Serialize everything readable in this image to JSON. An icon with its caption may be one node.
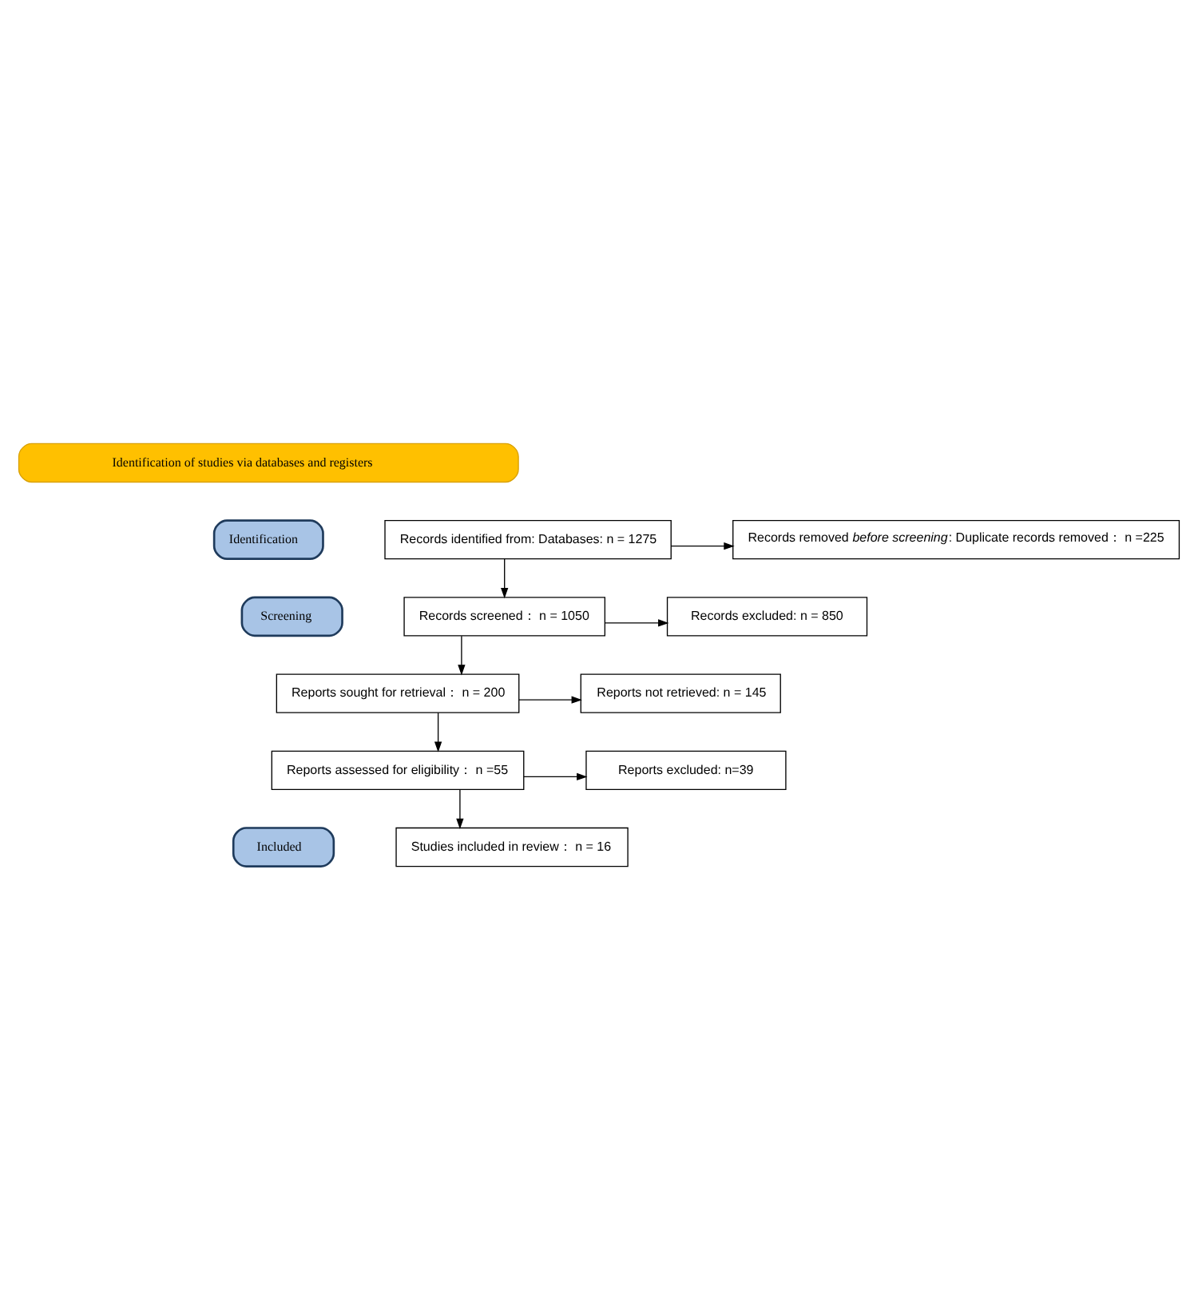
{
  "diagram": {
    "nodes": [
      {
        "text": [
          "Identification of studies via databases and registers"
        ]
      },
      {
        "text": [
          "Identification"
        ]
      },
      {
        "text": [
          "Records identified from: Databases: n = 1275"
        ]
      },
      {
        "text": [
          "Records removed *before screening*: Duplicate records removed： n =225"
        ]
      },
      {
        "text": [
          "Screening"
        ]
      },
      {
        "text": [
          "Records screened： n = 1050"
        ]
      },
      {
        "text": [
          "Records excluded: n = 850"
        ]
      },
      {
        "text": [
          "Reports sought for retrieval： n = 200"
        ]
      },
      {
        "text": [
          "Reports not retrieved: n = 145"
        ]
      },
      {
        "text": [
          "Reports assessed for eligibility： n =55"
        ]
      },
      {
        "text": [
          "Reports excluded: n=39"
        ]
      },
      {
        "text": [
          "Included"
        ]
      },
      {
        "text": [
          "Studies included in review： n = 16"
        ]
      }
    ],
    "edges": [
      {
        "from": 2,
        "to": 3,
        "arrow": "to"
      },
      {
        "from": 2,
        "to": 5,
        "arrow": "to"
      },
      {
        "from": 5,
        "to": 6,
        "arrow": "to"
      },
      {
        "from": 5,
        "to": 7,
        "arrow": "to"
      },
      {
        "from": 7,
        "to": 8,
        "arrow": "to"
      },
      {
        "from": 7,
        "to": 9,
        "arrow": "to"
      },
      {
        "from": 9,
        "to": 10,
        "arrow": "to"
      },
      {
        "from": 9,
        "to": 12,
        "arrow": "to"
      }
    ]
  }
}
